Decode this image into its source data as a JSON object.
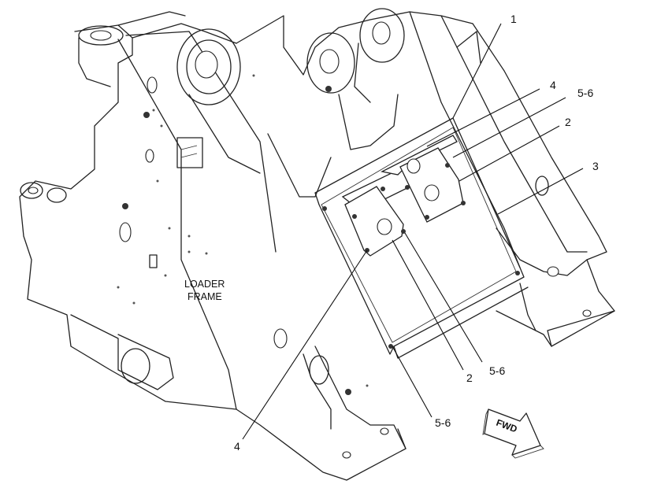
{
  "diagram": {
    "frame_label_line1": "LOADER",
    "frame_label_line2": "FRAME",
    "fwd_label": "FWD",
    "callouts": {
      "c1": "1",
      "c4_top": "4",
      "c56_top": "5-6",
      "c2_top": "2",
      "c3": "3",
      "c4_bottom": "4",
      "c2_bottom": "2",
      "c56_mid": "5-6",
      "c56_bottom": "5-6"
    }
  }
}
